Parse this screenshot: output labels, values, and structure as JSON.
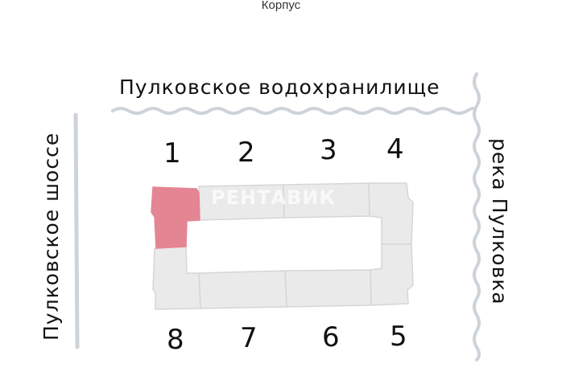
{
  "header": {
    "label": "Корпус"
  },
  "map": {
    "labels": {
      "reservoir": "Пулковское  водохранилище",
      "highway": "Пулковское  шоссе",
      "river": "река  Пулковка"
    },
    "watermark": "РЕНТАВИК",
    "sections": [
      {
        "number": "1",
        "selected": true
      },
      {
        "number": "2",
        "selected": false
      },
      {
        "number": "3",
        "selected": false
      },
      {
        "number": "4",
        "selected": false
      },
      {
        "number": "5",
        "selected": false
      },
      {
        "number": "6",
        "selected": false
      },
      {
        "number": "7",
        "selected": false
      },
      {
        "number": "8",
        "selected": false
      }
    ],
    "colors": {
      "selected_section": "#e48593",
      "section": "#eaeaea",
      "water_and_road": "#cdd3d9"
    }
  }
}
